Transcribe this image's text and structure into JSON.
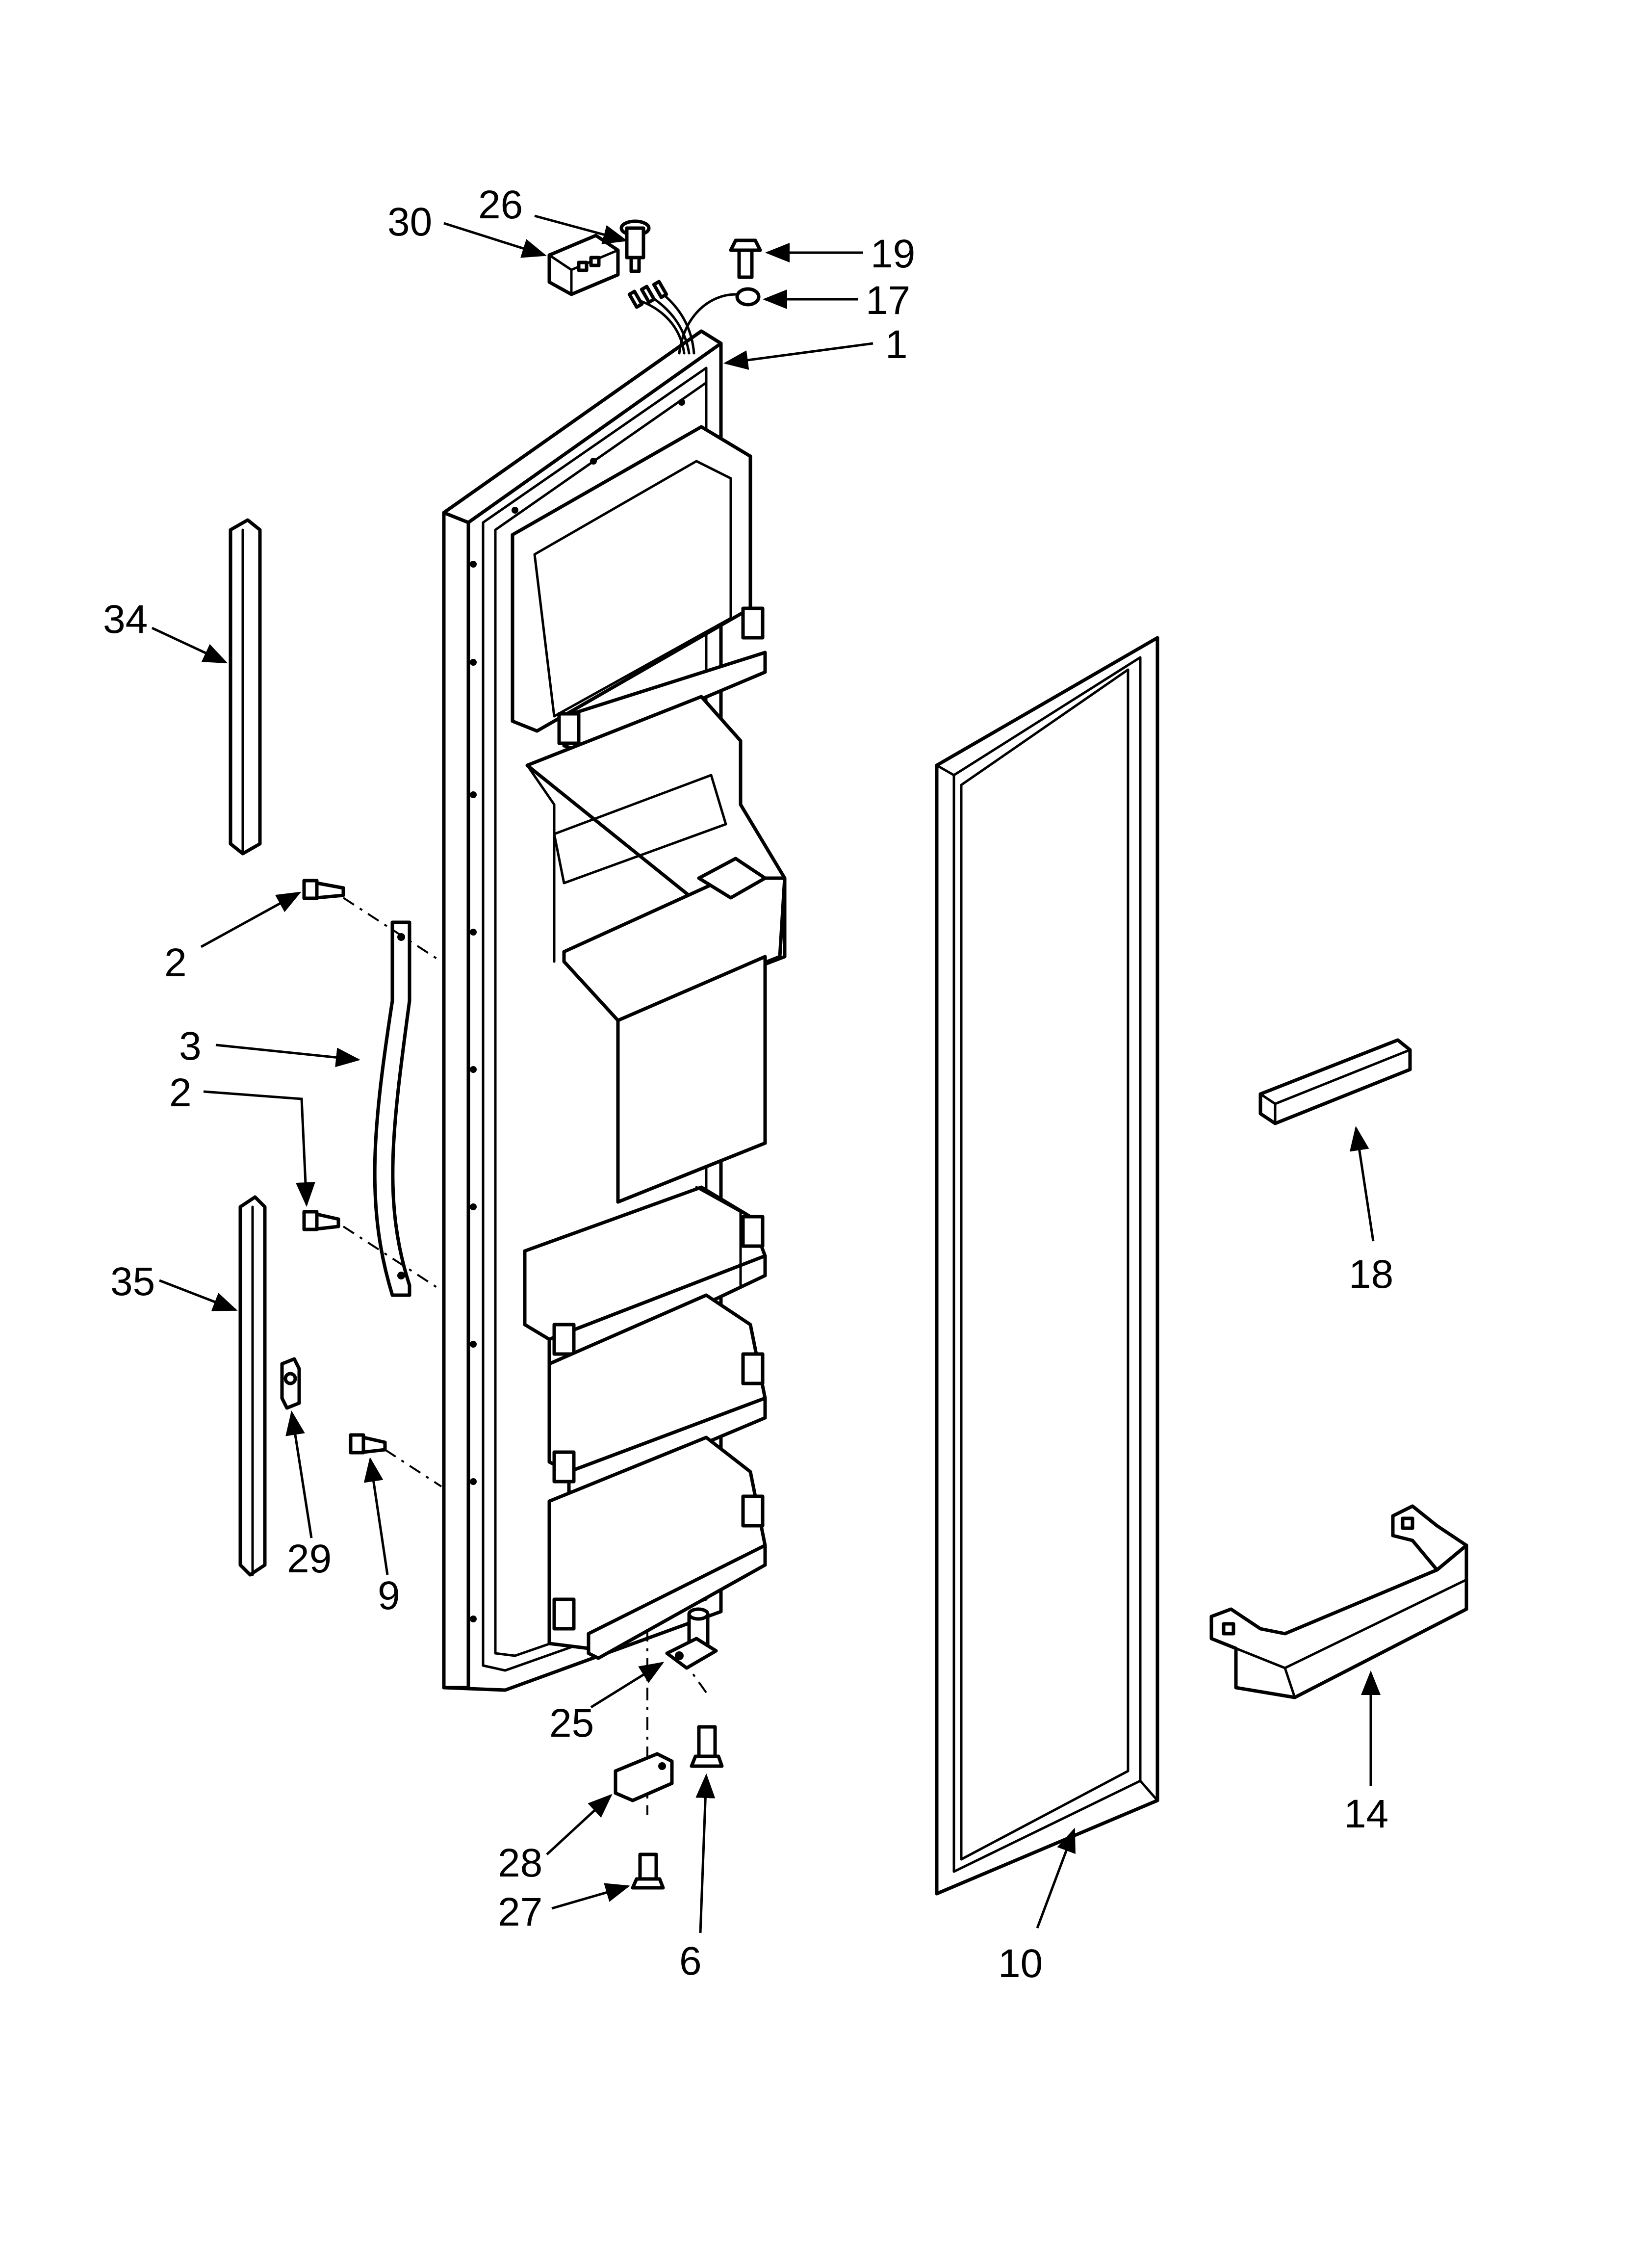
{
  "diagram": {
    "background": "#ffffff",
    "ink": "#000000",
    "callouts": [
      {
        "id": "c30",
        "text": "30"
      },
      {
        "id": "c26",
        "text": "26"
      },
      {
        "id": "c19",
        "text": "19"
      },
      {
        "id": "c17",
        "text": "17"
      },
      {
        "id": "c1",
        "text": "1"
      },
      {
        "id": "c34",
        "text": "34"
      },
      {
        "id": "c2a",
        "text": "2"
      },
      {
        "id": "c3",
        "text": "3"
      },
      {
        "id": "c2b",
        "text": "2"
      },
      {
        "id": "c35",
        "text": "35"
      },
      {
        "id": "c29",
        "text": "29"
      },
      {
        "id": "c9",
        "text": "9"
      },
      {
        "id": "c18",
        "text": "18"
      },
      {
        "id": "c25",
        "text": "25"
      },
      {
        "id": "c28",
        "text": "28"
      },
      {
        "id": "c27",
        "text": "27"
      },
      {
        "id": "c6",
        "text": "6"
      },
      {
        "id": "c10",
        "text": "10"
      },
      {
        "id": "c14",
        "text": "14"
      }
    ]
  }
}
